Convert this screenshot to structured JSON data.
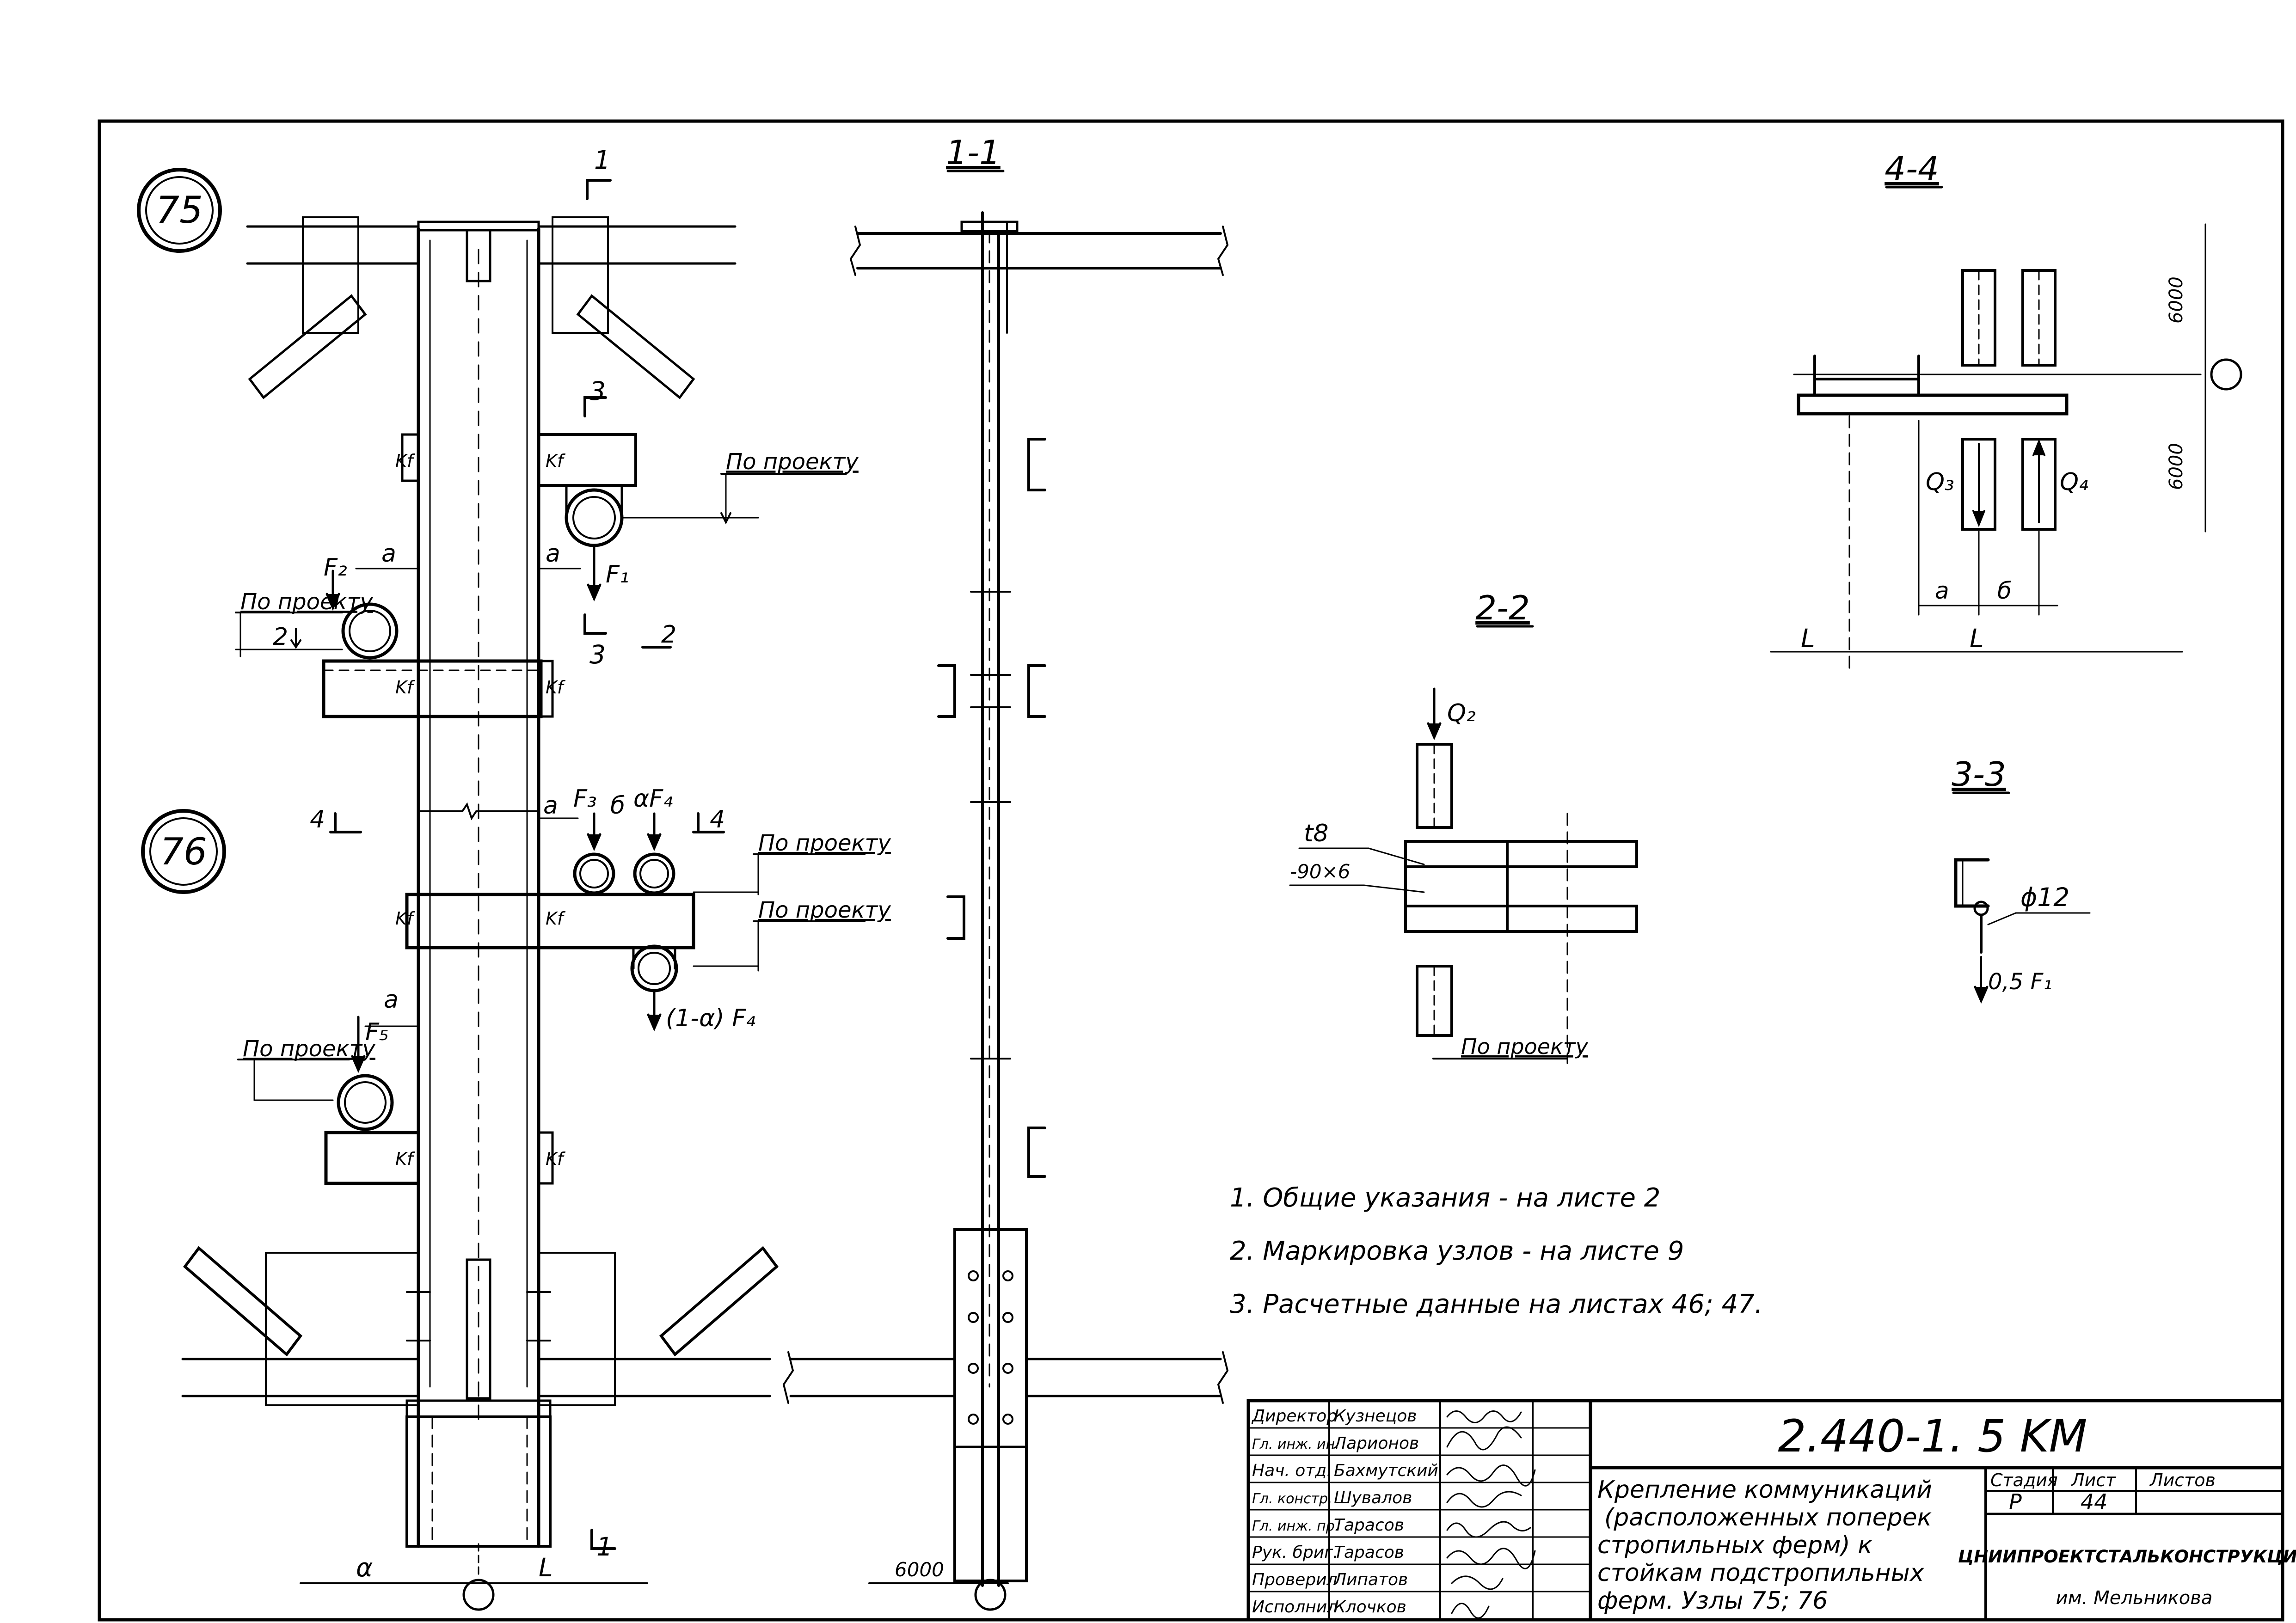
{
  "nodes": {
    "node75": "75",
    "node76": "76"
  },
  "sections": {
    "s11": "1-1",
    "s22": "2-2",
    "s33": "3-3",
    "s44": "4-4"
  },
  "cut_marks": {
    "one": "1",
    "two": "2",
    "three": "3",
    "four": "4"
  },
  "labels": {
    "po_proektu": "По проекту",
    "kf": "Kf",
    "a": "a",
    "b": "б",
    "alpha_f4": "αF₄",
    "one_minus_alpha_f4": "(1-α) F₄",
    "f1": "F₁",
    "f2": "F₂",
    "f3": "F₃",
    "f4": "F₄",
    "f5": "F₅",
    "q2": "Q₂",
    "q3": "Q₃",
    "q4": "Q₄",
    "alpha": "α",
    "L": "L",
    "dim_6000": "6000",
    "t8": "t8",
    "plate": "-90×6",
    "phi12": "ϕ12",
    "half_f1": "0,5 F₁"
  },
  "notes": [
    "1.  Общие   указания - на листе 2",
    "2.  Маркировка  узлов - на листе 9",
    "3.  Расчетные  данные  на листах  46; 47."
  ],
  "title_block": {
    "code": "2.440-1. 5 KM",
    "title_lines": [
      "Крепление  коммуникаций",
      "(расположенных поперек",
      "стропильных  ферм)  к",
      "стойкам  подстропильных",
      "ферм.  Узлы  75; 76"
    ],
    "stage_header": "Стадия",
    "sheet_header": "Лист",
    "sheets_header": "Листов",
    "stage": "Р",
    "sheet": "44",
    "sheets": "",
    "org": "ЦНИИПРОЕКТСТАЛЬКОНСТРУКЦИЯ",
    "org_sub": "им. Мельникова",
    "staff": [
      {
        "role": "Директор",
        "name": "Кузнецов"
      },
      {
        "role": "Гл. инж. ин.",
        "name": "Ларионов"
      },
      {
        "role": "Нач. отд.",
        "name": "Бахмутский"
      },
      {
        "role": "Гл. констр.",
        "name": "Шувалов"
      },
      {
        "role": "Гл. инж. пр.",
        "name": "Тарасов"
      },
      {
        "role": "Рук. бриг.",
        "name": "Тарасов"
      },
      {
        "role": "Проверил",
        "name": "Липатов"
      },
      {
        "role": "Исполнил",
        "name": "Клочков"
      }
    ]
  }
}
